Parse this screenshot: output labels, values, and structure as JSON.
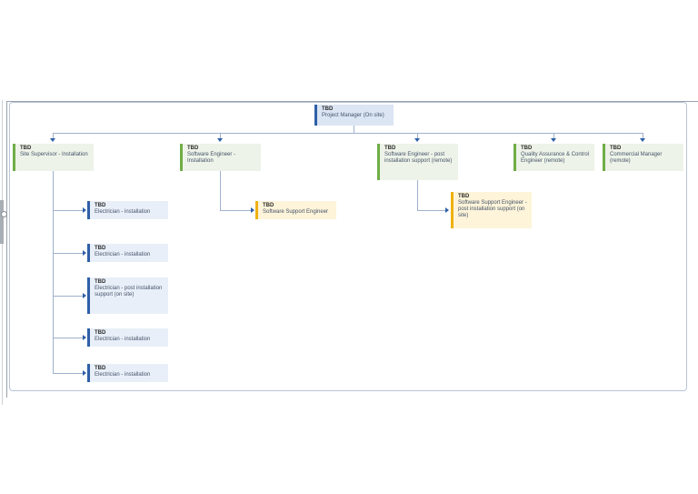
{
  "diagram": {
    "root": {
      "label": "TBD",
      "title": "Project Manager (On site)"
    },
    "level2": [
      {
        "label": "TBD",
        "title": "Site Supervisor - Installation"
      },
      {
        "label": "TBD",
        "title": "Software Engineer - Installation"
      },
      {
        "label": "TBD",
        "title": "Software Engineer - post installation support (remote)"
      },
      {
        "label": "TBD",
        "title": "Quality Assurance & Control Engineer (remote)"
      },
      {
        "label": "TBD",
        "title": "Commercial Manager (remote)"
      }
    ],
    "site_team": [
      {
        "label": "TBD",
        "title": "Electrician - installation"
      },
      {
        "label": "TBD",
        "title": "Electrician - installation"
      },
      {
        "label": "TBD",
        "title": "Electrician - post installation support (on site)"
      },
      {
        "label": "TBD",
        "title": "Electrician - installation"
      },
      {
        "label": "TBD",
        "title": "Electrician - installation"
      }
    ],
    "support_team": [
      {
        "label": "TBD",
        "title": "Software Support Engineer"
      },
      {
        "label": "TBD",
        "title": "Software Support Engineer - post installation support (on site)"
      }
    ]
  },
  "colors": {
    "blue_accent": "#2e5fa8",
    "blue_fill": "#dbe5f3",
    "blue_child_fill": "#e8eff8",
    "green_accent": "#70ad47",
    "green_fill": "#edf3e8",
    "yellow_accent": "#eeb111",
    "yellow_fill": "#fdf4d9",
    "connector": "#9fb1cc",
    "arrow": "#2e5fa8"
  }
}
